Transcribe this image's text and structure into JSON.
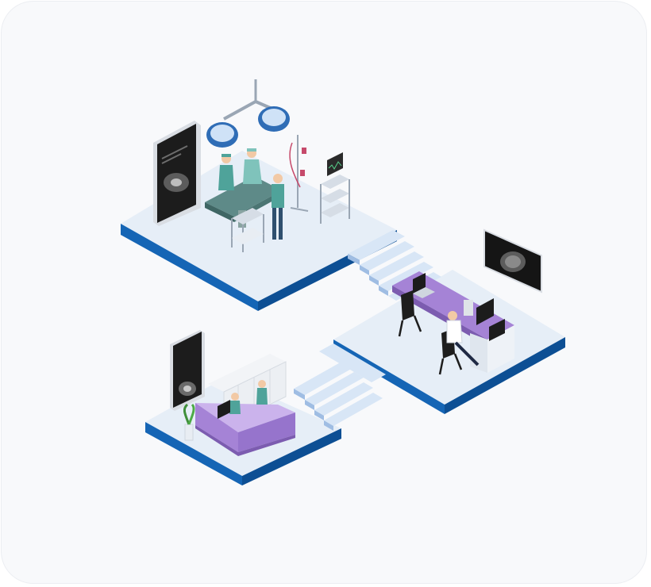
{
  "illustration": {
    "theme": "isometric-hospital-workflow",
    "scenes": [
      "operating-room",
      "radiology-workstation",
      "reception-desk"
    ]
  },
  "colors": {
    "background": "#f8f9fb",
    "floor_top": "#e6eef7",
    "floor_edge_blue": "#1565b5",
    "floor_edge_dark": "#0d4f94",
    "stairs": "#c9dbf1",
    "desk_purple": "#a583d6",
    "desk_purple_light": "#cbb3ec",
    "scrubs_green": "#4fa39a",
    "surgical_lamp_blue": "#2f6db6",
    "screen_dark": "#1c1c1c"
  },
  "icons": [
    "surgical-lamp-icon",
    "x-ray-screen-icon",
    "ct-scan-icon",
    "mri-brain-icon",
    "iv-stand-icon",
    "monitor-cart-icon",
    "laptop-icon",
    "plant-icon"
  ]
}
